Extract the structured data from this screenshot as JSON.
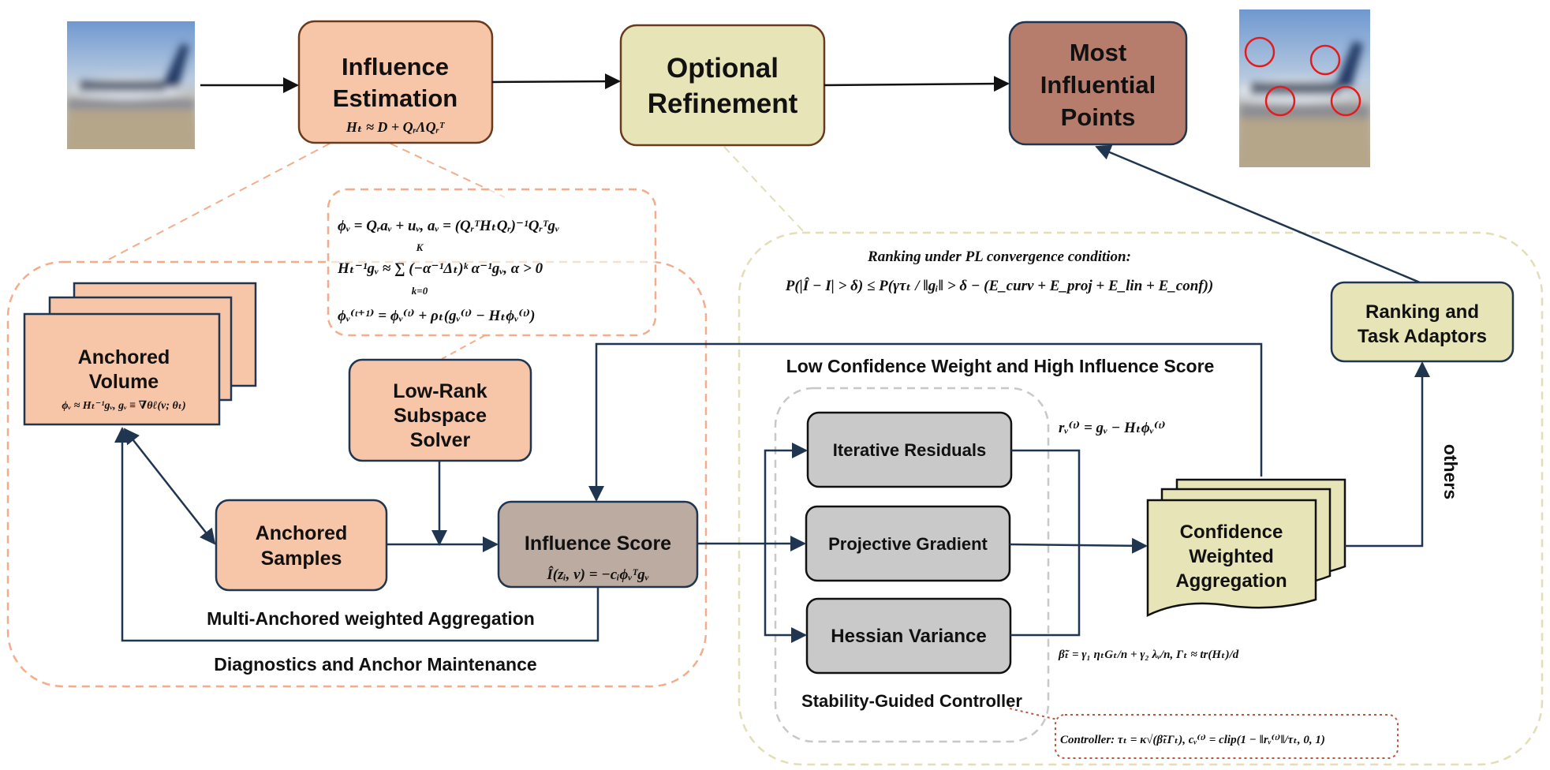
{
  "pipeline": {
    "influence_estimation": [
      "Influence",
      "Estimation"
    ],
    "influence_formula": "Hₜ ≈ D + QᵣΛQᵣᵀ",
    "optional_refinement": [
      "Optional",
      "Refinement"
    ],
    "most_influential": [
      "Most",
      "Influential",
      "Points"
    ]
  },
  "left_panel": {
    "equations": [
      "ϕᵥ = Qᵣaᵥ + uᵥ, aᵥ = (QᵣᵀHₜQᵣ)⁻¹Qᵣᵀgᵥ",
      "Hₜ⁻¹gᵥ ≈ ∑ (−α⁻¹Δₜ)ᵏ α⁻¹gᵥ, α > 0",
      "ϕᵥ⁽ᵗ⁺¹⁾ = ϕᵥ⁽ᵗ⁾ + ρₜ(gᵥ⁽ᵗ⁾ − Hₜϕᵥ⁽ᵗ⁾)"
    ],
    "sum_upper": "K",
    "sum_lower": "k=0",
    "anchored_volume": [
      "Anchored",
      "Volume"
    ],
    "anchored_volume_formula": "ϕᵥ ≈ Hₜ⁻¹gᵥ, gᵥ ≡ ∇θℓ(v; θₜ)",
    "low_rank_solver": [
      "Low-Rank",
      "Subspace",
      "Solver"
    ],
    "anchored_samples": [
      "Anchored",
      "Samples"
    ],
    "influence_score": "Influence Score",
    "influence_score_formula": "Î(zᵢ, v) = −cᵢϕᵥᵀgᵥ",
    "multi_anchored_label": "Multi-Anchored weighted Aggregation",
    "diagnostics_label": "Diagnostics and Anchor Maintenance"
  },
  "right_panel": {
    "ranking_condition": "Ranking under PL convergence condition:",
    "ranking_formula": "P(|Î − I| > δ) ≤ P(γτₜ / ‖gᵢ‖ > δ − (E_curv + E_proj + E_lin + E_conf))",
    "low_conf_label": "Low Confidence Weight and High Influence Score",
    "iterative_residuals": "Iterative Residuals",
    "projective_gradient": "Projective Gradient",
    "hessian_variance": "Hessian Variance",
    "residual_formula": "rᵥ⁽ᵗ⁾ = gᵥ − Hₜϕᵥ⁽ᵗ⁾",
    "beta_formula": "β̃ₜ = γ₁ ηₜGₜ/n + γ₂ λᵥ/n, Γₜ ≈ tr(Hₜ)/d",
    "stability_label": "Stability-Guided Controller",
    "controller_formula": "Controller: τₜ = κ√(β̃ₜΓₜ), cᵥ⁽ᵗ⁾ = clip(1 − ‖rᵥ⁽ᵗ⁾‖/τₜ, 0, 1)",
    "confidence_aggregation": [
      "Confidence",
      "Weighted",
      "Aggregation"
    ],
    "ranking_adaptors": [
      "Ranking and",
      "Task Adaptors"
    ],
    "others_label": "others"
  },
  "colors": {
    "salmon": "#f7c6a8",
    "salmon_stroke": "#7a3b1c",
    "cream": "#e7e4b7",
    "brown": "#b77d6c",
    "gray": "#c9c9c9",
    "taupe": "#bcaba0",
    "navy": "#1f3550",
    "dashed_orange": "#f3ad8a",
    "dashed_khaki": "#e2deb5"
  }
}
